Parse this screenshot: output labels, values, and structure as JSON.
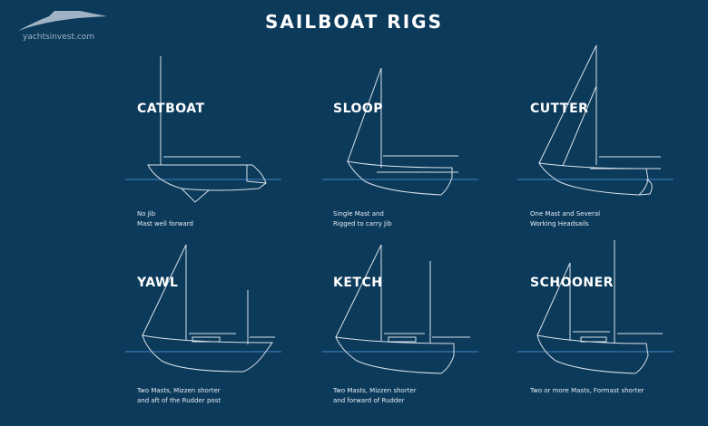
{
  "brand": {
    "name": "yachtsinvest.com",
    "icon": "yacht-logo-icon"
  },
  "title": "SAILBOAT RIGS",
  "rigs": [
    {
      "name": "CATBOAT",
      "desc": [
        "No Jib",
        "Mast well forward"
      ]
    },
    {
      "name": "SLOOP",
      "desc": [
        "Single Mast and",
        "Rigged to carry Jib"
      ]
    },
    {
      "name": "CUTTER",
      "desc": [
        "One Mast and Several",
        "Working Headsails"
      ]
    },
    {
      "name": "YAWL",
      "desc": [
        "Two Masts, Mizzen shorter",
        "and aft of the Rudder post"
      ]
    },
    {
      "name": "KETCH",
      "desc": [
        "Two Masts, Mizzen shorter",
        "and forward of Rudder"
      ]
    },
    {
      "name": "SCHOONER",
      "desc": [
        "Two or more Masts, Formast shorter"
      ]
    }
  ],
  "colors": {
    "background": "#0c3a5b",
    "waterline": "#3f84c4",
    "lines": "#d8e2ea"
  }
}
